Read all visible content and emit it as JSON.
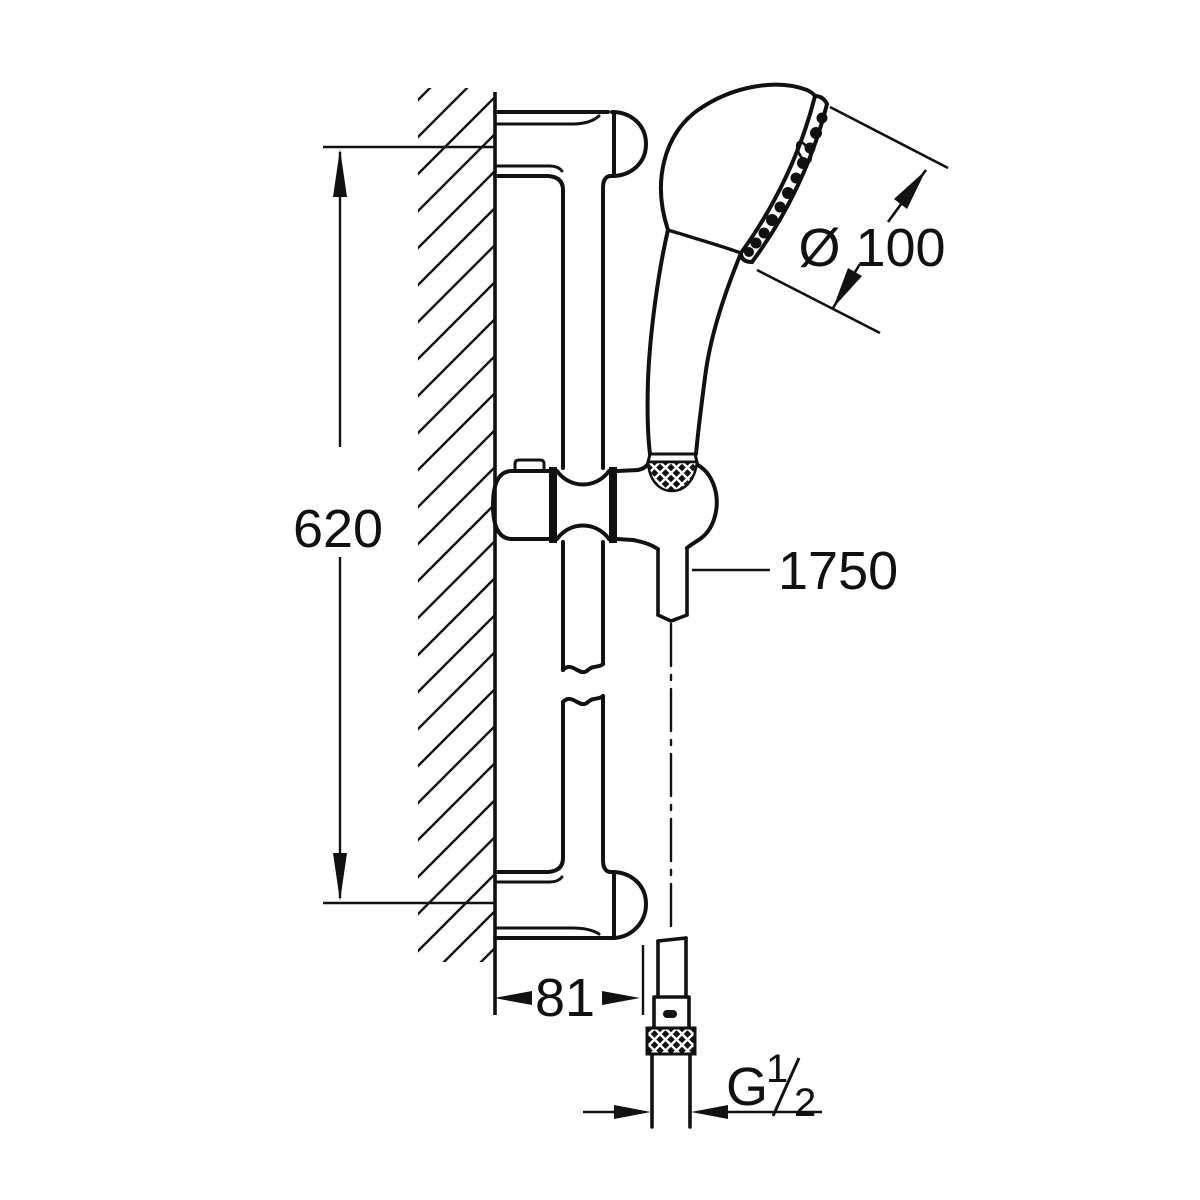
{
  "title": "shower-rail-set-dimension-drawing",
  "colors": {
    "line": "#111111",
    "background": "#ffffff"
  },
  "dimensions": {
    "rail_height": "620",
    "head_diameter": "Ø 100",
    "hose_length": "1750",
    "wall_offset": "81",
    "thread": {
      "g": "G",
      "numerator": "1",
      "denominator": "2"
    }
  }
}
